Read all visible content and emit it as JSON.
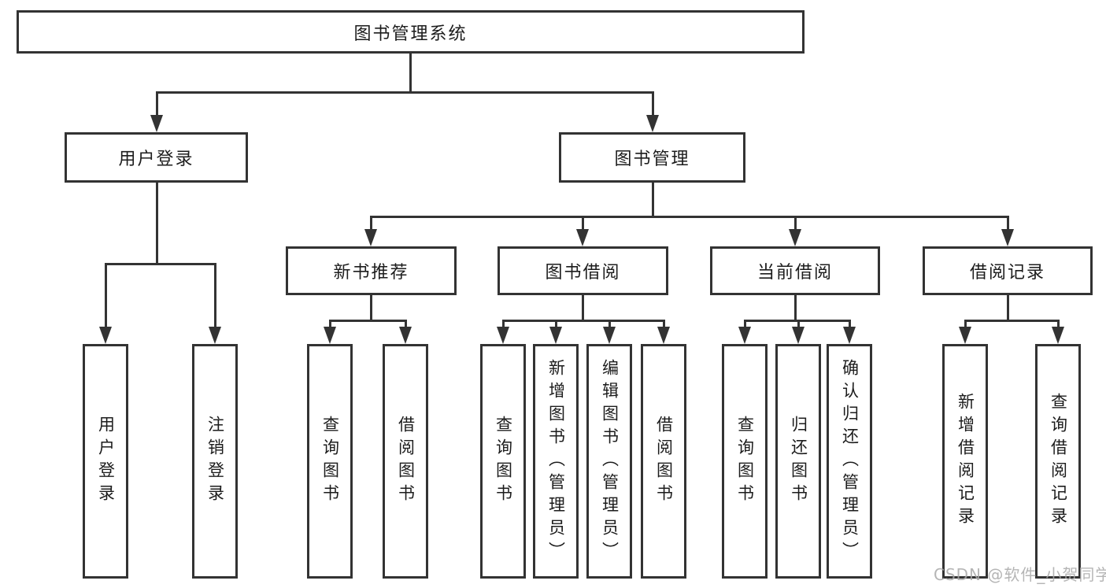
{
  "title": "图书管理系统",
  "level2": [
    {
      "label": "用户登录"
    },
    {
      "label": "图书管理"
    }
  ],
  "level3": [
    {
      "label": "新书推荐"
    },
    {
      "label": "图书借阅"
    },
    {
      "label": "当前借阅"
    },
    {
      "label": "借阅记录"
    }
  ],
  "leaves": [
    {
      "label": "用户登录"
    },
    {
      "label": "注销登录"
    },
    {
      "label": "查询图书"
    },
    {
      "label": "借阅图书"
    },
    {
      "label": "查询图书"
    },
    {
      "label": "新增图书（管理员）"
    },
    {
      "label": "编辑图书（管理员）"
    },
    {
      "label": "借阅图书"
    },
    {
      "label": "查询图书"
    },
    {
      "label": "归还图书"
    },
    {
      "label": "确认归还（管理员）"
    },
    {
      "label": "新增借阅记录"
    },
    {
      "label": "查询借阅记录"
    }
  ],
  "watermark": {
    "text": "CSDN @软件_小贺同学"
  },
  "colors": {
    "line": "#333333",
    "text": "#1c1c1c",
    "background": "#ffffff",
    "watermark": "#a9a9a9"
  }
}
